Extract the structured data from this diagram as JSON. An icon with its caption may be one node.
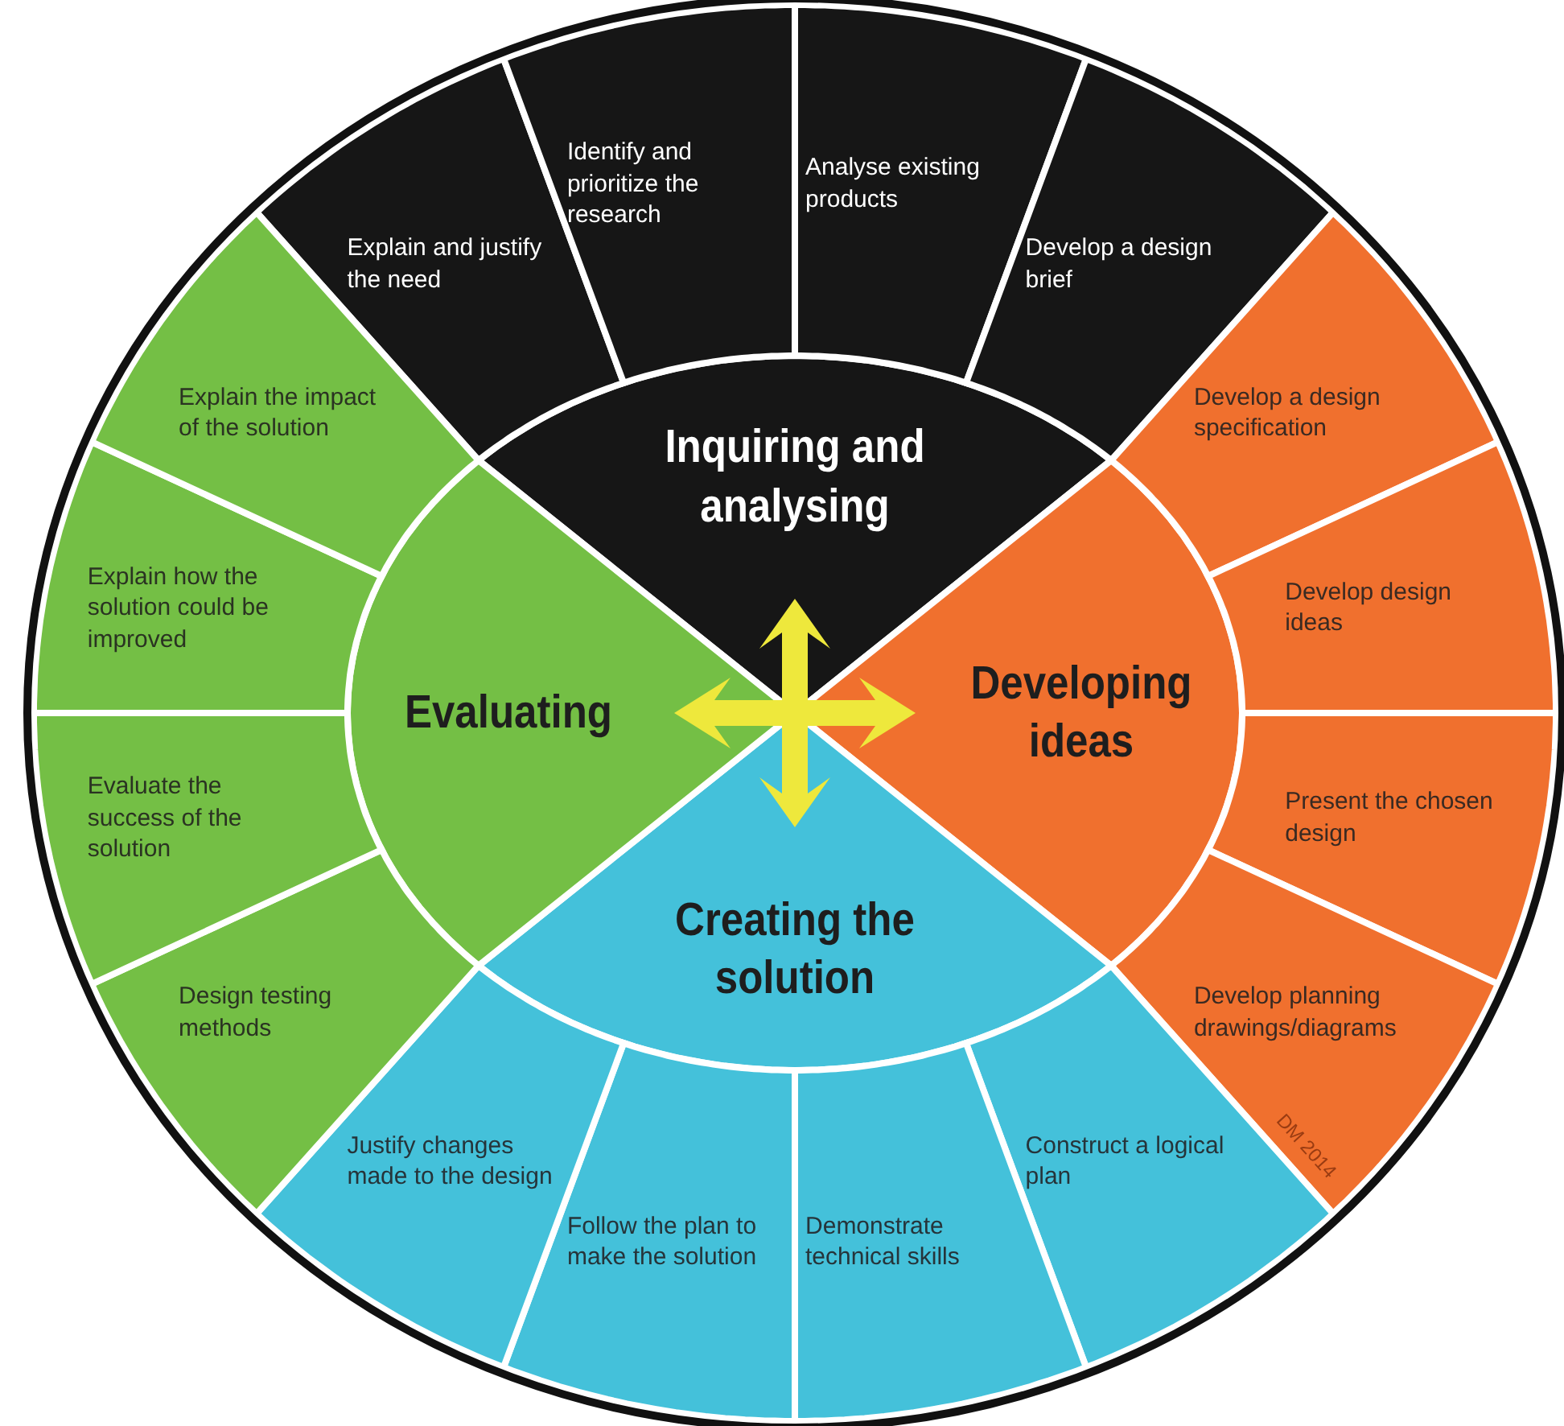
{
  "diagram": {
    "nodes": [
      {
        "text": [
          "Inquiring and analysing"
        ]
      },
      {
        "text": [
          "Explain and justify the need"
        ]
      },
      {
        "text": [
          "Identify and prioritize the research"
        ]
      },
      {
        "text": [
          "Analyse existing products"
        ]
      },
      {
        "text": [
          "Develop a design brief"
        ]
      },
      {
        "text": [
          "Developing ideas"
        ]
      },
      {
        "text": [
          "Develop a design specification"
        ]
      },
      {
        "text": [
          "Develop design ideas"
        ]
      },
      {
        "text": [
          "Present the chosen design"
        ]
      },
      {
        "text": [
          "Develop planning drawings/diagrams"
        ]
      },
      {
        "text": [
          "Creating the solution"
        ]
      },
      {
        "text": [
          "Construct a logical plan"
        ]
      },
      {
        "text": [
          "Demonstrate technical skills"
        ]
      },
      {
        "text": [
          "Follow the plan to make the solution"
        ]
      },
      {
        "text": [
          "Justify changes made to the design"
        ]
      },
      {
        "text": [
          "Evaluating"
        ]
      },
      {
        "text": [
          "Design testing methods"
        ]
      },
      {
        "text": [
          "Evaluate the success of the solution"
        ]
      },
      {
        "text": [
          "Explain how the solution could be improved"
        ]
      },
      {
        "text": [
          "Explain the impact of the solution"
        ]
      }
    ],
    "labels": [
      "DM 2014"
    ]
  }
}
